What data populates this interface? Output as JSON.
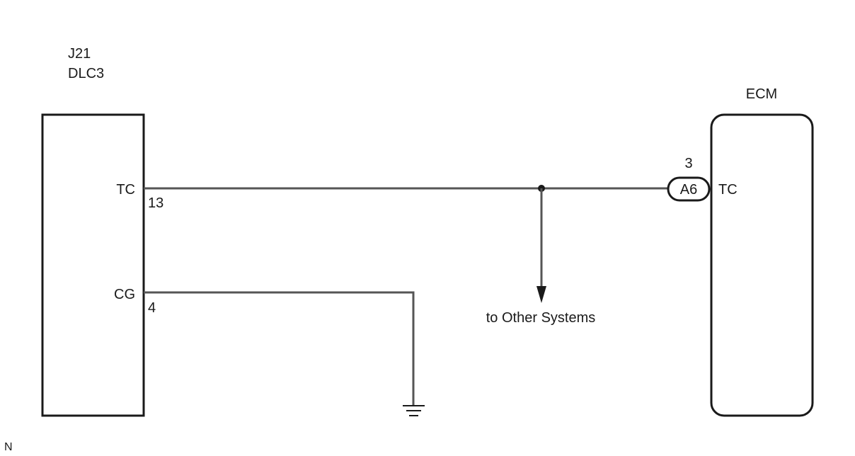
{
  "left_component": {
    "ref": "J21",
    "name": "DLC3",
    "pins": [
      {
        "name": "TC",
        "number": "13"
      },
      {
        "name": "CG",
        "number": "4"
      }
    ]
  },
  "right_component": {
    "name": "ECM",
    "pin": {
      "name": "TC",
      "number": "3"
    },
    "connector": "A6"
  },
  "branch_label": "to Other Systems",
  "corner_mark": "N",
  "colors": {
    "line": "#555555",
    "outline": "#1a1a1a",
    "background": "#ffffff"
  },
  "icons": [
    "ground-icon",
    "junction-dot",
    "arrow-down-icon"
  ]
}
